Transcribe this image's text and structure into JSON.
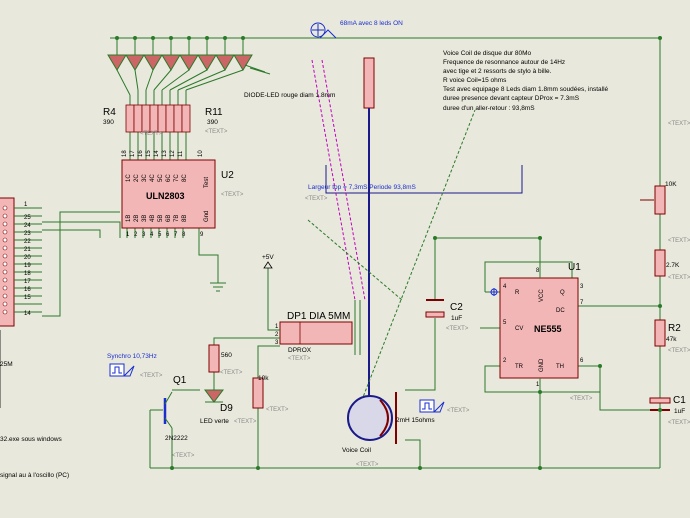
{
  "annotations": {
    "current_note": "68mA avec 8 leds ON",
    "description": [
      "Voice Coil de disque dur 80Mo",
      "Frequence de resonnance autour de 14Hz",
      "avec tige  et 2 ressorts de stylo à bille.",
      "R voice Coil=15 ohms",
      "Test avec equipage  8 Leds diam 1.8mm soudées, installé",
      "duree presence devant capteur DProx = 7.3mS",
      "duree d'un aller-retour : 93,8mS"
    ],
    "timing": "Largeur top = 7,3mS   Periode 93,8mS",
    "diode_led": "DIODE-LED rouge diam 1.8mm",
    "synchro": "Synchro  10,73Hz",
    "led_verte": "LED verte",
    "left_line1": "32.exe  sous windows",
    "left_line2": "signal au à l'oscillo (PC)",
    "left_fragment": "25M",
    "voice_coil": "Voice Coil",
    "coil_spec": "2mH  15ohms",
    "text_placeholder": "<TEXT>"
  },
  "components": {
    "r4": {
      "ref": "R4",
      "value": "390"
    },
    "r11": {
      "ref": "R11",
      "value": "390"
    },
    "u2": {
      "ref": "U2",
      "part": "ULN2803"
    },
    "u1": {
      "ref": "U1",
      "part": "NE555"
    },
    "c2": {
      "ref": "C2",
      "value": "1uF"
    },
    "c1": {
      "ref": "C1",
      "value": "1uF"
    },
    "r2": {
      "ref": "R2",
      "value": "47k"
    },
    "r_10k_top": {
      "value": "10K"
    },
    "r_2k7": {
      "value": "2.7K"
    },
    "r_560": {
      "value": "560"
    },
    "r_10k_mid": {
      "value": "10k"
    },
    "q1": {
      "ref": "Q1",
      "part": "2N2222"
    },
    "d9": {
      "ref": "D9"
    },
    "dp1": {
      "ref": "DP1 DIA 5MM",
      "part": "DPROX"
    },
    "supply": {
      "value": "+5V"
    }
  },
  "pins": {
    "uln_top": [
      "18",
      "17",
      "16",
      "15",
      "14",
      "13",
      "12",
      "11",
      "10"
    ],
    "uln_top_names": [
      "1C",
      "2C",
      "3C",
      "4C",
      "5C",
      "6C",
      "7C",
      "8C",
      "Test"
    ],
    "uln_bottom": [
      "1",
      "2",
      "3",
      "4",
      "5",
      "6",
      "7",
      "8",
      "9"
    ],
    "uln_bottom_names": [
      "1B",
      "2B",
      "3B",
      "4B",
      "5B",
      "6B",
      "7B",
      "8B",
      "Gnd"
    ],
    "ne555_left": [
      {
        "num": "4",
        "name": "R"
      },
      {
        "num": "5",
        "name": "CV"
      },
      {
        "num": "2",
        "name": "TR"
      }
    ],
    "ne555_right": [
      {
        "num": "3",
        "name": "Q"
      },
      {
        "num": "7",
        "name": "DC"
      },
      {
        "num": "6",
        "name": "TH"
      }
    ],
    "ne555_vcc": "VCC",
    "ne555_vcc_pin": "8",
    "ne555_gnd": "GND",
    "ne555_gnd_pin": "1",
    "dprox": [
      "1",
      "2",
      "3"
    ],
    "connector": [
      "1",
      "25",
      "24",
      "23",
      "22",
      "21",
      "20",
      "19",
      "18",
      "17",
      "16",
      "15",
      "14"
    ]
  }
}
